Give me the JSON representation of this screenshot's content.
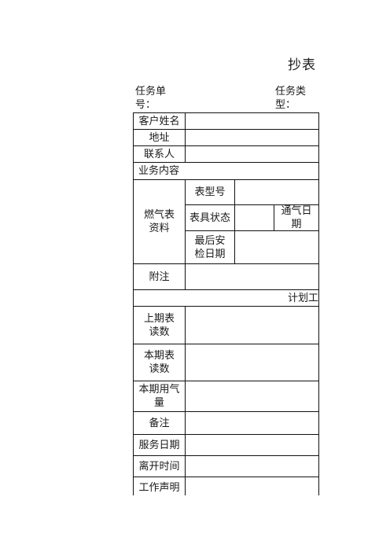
{
  "document": {
    "title": "抄表",
    "task_no_label": "任务单号：",
    "task_type_label": "任务类型：",
    "rows": {
      "customer_name": "客户姓名",
      "address": "地址",
      "contact": "联系人",
      "service_content": "业务内容",
      "gas_meter_info": "燃气表资料",
      "meter_model": "表型号",
      "meter_status": "表具状态",
      "gas_on_date": "通气日期",
      "last_inspection_date": "最后安检日期",
      "remarks": "附注",
      "plan_work": "计划工",
      "previous_reading": "上期表读数",
      "current_reading": "本期表读数",
      "current_usage": "本期用气量",
      "notes": "备注",
      "service_date": "服务日期",
      "departure_time": "离开时间",
      "work_statement": "工作声明"
    }
  }
}
